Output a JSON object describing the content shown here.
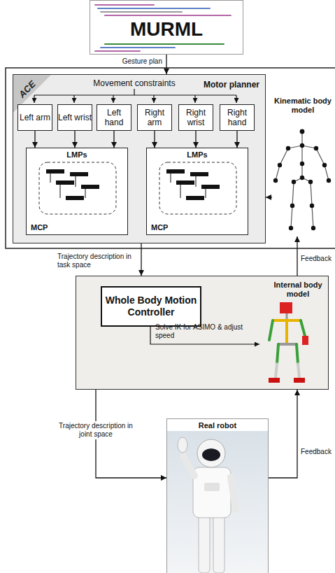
{
  "diagram": {
    "nodes": [
      {
        "text": [
          "MURML"
        ]
      },
      {
        "text": [
          "ACE",
          "Motor planner"
        ]
      },
      {
        "text": [
          "Left arm"
        ],
        "in": 1
      },
      {
        "text": [
          "Left wrist"
        ],
        "in": 1
      },
      {
        "text": [
          "Left hand"
        ],
        "in": 1
      },
      {
        "text": [
          "Right arm"
        ],
        "in": 1
      },
      {
        "text": [
          "Right wrist"
        ],
        "in": 1
      },
      {
        "text": [
          "Right hand"
        ],
        "in": 1
      },
      {
        "text": [
          "LMPs",
          "MCP"
        ],
        "in": 1
      },
      {
        "text": [
          "LMPs",
          "MCP"
        ],
        "in": 1
      },
      {
        "text": [
          "Kinematic body model"
        ]
      },
      {
        "text": [
          "Internal body model"
        ]
      },
      {
        "text": [
          "Whole Body Motion Controller"
        ],
        "in": 11
      },
      {
        "text": [
          "Real robot"
        ]
      }
    ],
    "edges": [
      {
        "from": 0,
        "to": 1,
        "label": "Gesture plan",
        "arrow": "to"
      },
      {
        "from": 2,
        "to": 8,
        "arrow": "to"
      },
      {
        "from": 3,
        "to": 8,
        "arrow": "to"
      },
      {
        "from": 4,
        "to": 8,
        "arrow": "to"
      },
      {
        "from": 5,
        "to": 9,
        "arrow": "to"
      },
      {
        "from": 6,
        "to": 9,
        "arrow": "to"
      },
      {
        "from": 7,
        "to": 9,
        "arrow": "to"
      },
      {
        "from": 10,
        "to": 1,
        "arrow": "to"
      },
      {
        "from": 1,
        "to": 11,
        "label": "Trajectory description in task space",
        "arrow": "to"
      },
      {
        "from": 11,
        "to": 13,
        "label": "Trajectory description in joint space",
        "arrow": "to"
      },
      {
        "from": 13,
        "to": 11,
        "label": "Feedback",
        "arrow": "to"
      },
      {
        "from": 11,
        "to": 10,
        "label": "Feedback",
        "arrow": "to"
      }
    ],
    "labels": [
      "Movement constraints",
      "Solve IK for ASIMO & adjust speed"
    ]
  }
}
